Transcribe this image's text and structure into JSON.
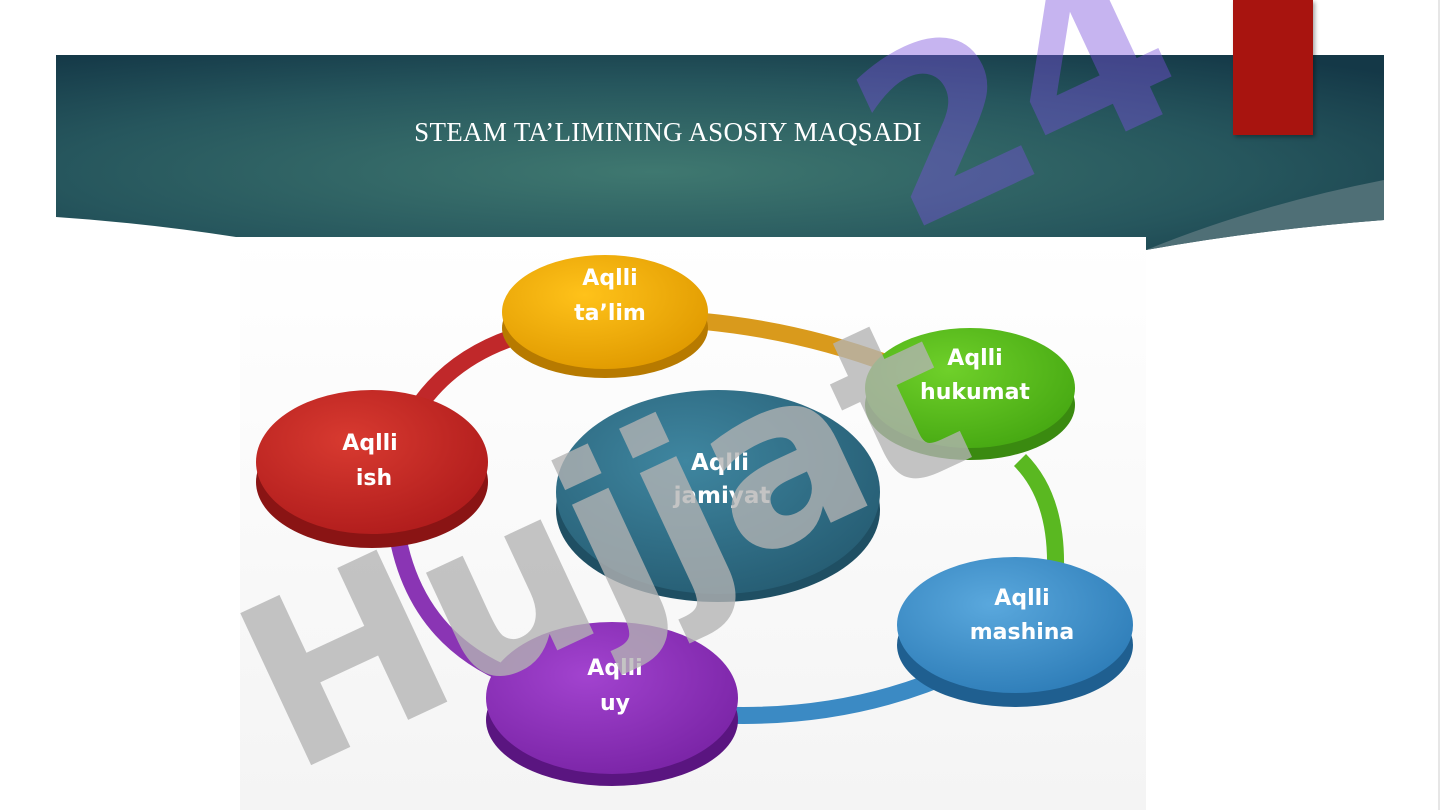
{
  "slide": {
    "title": "STEAM TA’LIMINING ASOSIY MAQSADI"
  },
  "diagram": {
    "center": {
      "line1": "Aqlli",
      "line2": "jamiyat",
      "color": "#2e6e86"
    },
    "nodes": [
      {
        "line1": "Aqlli",
        "line2": "ta’lim",
        "color": "#f0a800",
        "ring_color": "#d99a1c"
      },
      {
        "line1": "Aqlli",
        "line2": "hukumat",
        "color": "#5cc21a",
        "ring_color": "#5ab821"
      },
      {
        "line1": "Aqlli",
        "line2": "mashina",
        "color": "#3d8fca",
        "ring_color": "#3b8ac4"
      },
      {
        "line1": "Aqlli",
        "line2": "uy",
        "color": "#8b30b8",
        "ring_color": "#8a35b4"
      },
      {
        "line1": "Aqlli",
        "line2": "ish",
        "color": "#c62828",
        "ring_color": "#c0282a"
      }
    ]
  },
  "watermark": {
    "text": "Hujjat24",
    "gray_color": "#b4b4b4",
    "purple_color": "#7b4fdc"
  },
  "theme": {
    "header_dark": "#163a48",
    "header_light": "#3d7770",
    "accent_red": "#a8140f"
  }
}
